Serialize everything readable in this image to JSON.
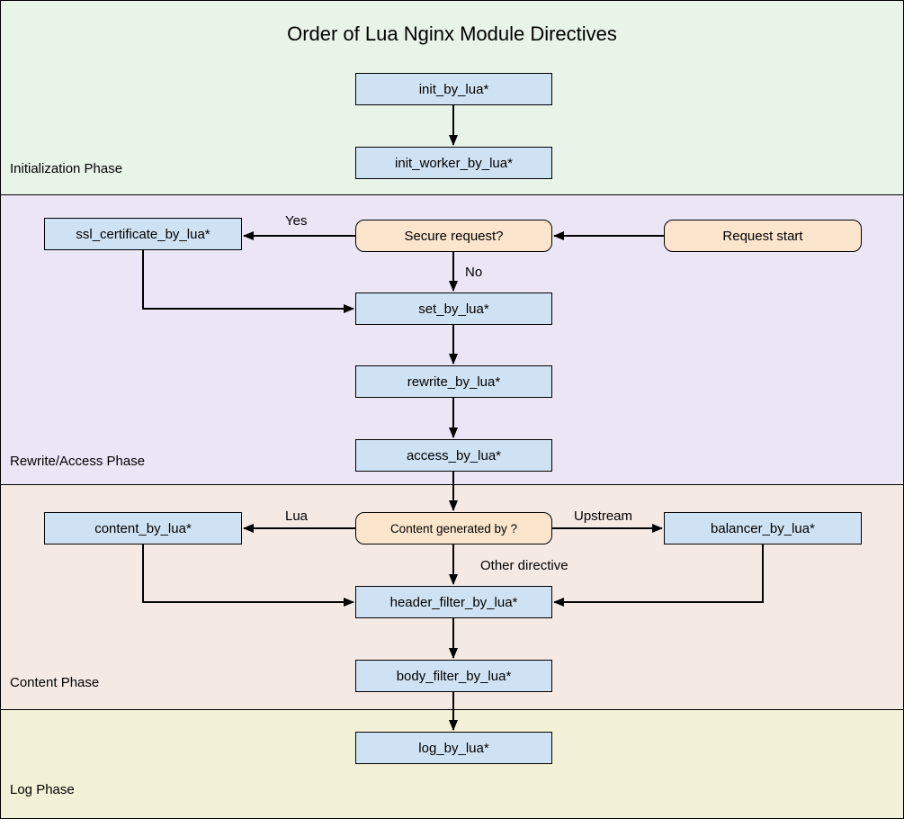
{
  "title": "Order of Lua Nginx Module Directives",
  "phases": [
    {
      "label": "Initialization Phase"
    },
    {
      "label": "Rewrite/Access Phase"
    },
    {
      "label": "Content Phase"
    },
    {
      "label": "Log Phase"
    }
  ],
  "nodes": {
    "init_by_lua": "init_by_lua*",
    "init_worker_by_lua": "init_worker_by_lua*",
    "ssl_certificate_by_lua": "ssl_certificate_by_lua*",
    "secure_request": "Secure request?",
    "request_start": "Request start",
    "set_by_lua": "set_by_lua*",
    "rewrite_by_lua": "rewrite_by_lua*",
    "access_by_lua": "access_by_lua*",
    "content_by_lua": "content_by_lua*",
    "content_generated_by": "Content generated by ?",
    "balancer_by_lua": "balancer_by_lua*",
    "header_filter_by_lua": "header_filter_by_lua*",
    "body_filter_by_lua": "body_filter_by_lua*",
    "log_by_lua": "log_by_lua*"
  },
  "edges": {
    "yes": "Yes",
    "no": "No",
    "lua": "Lua",
    "upstream": "Upstream",
    "other_directive": "Other directive"
  },
  "colors": {
    "phase-init": "#e8f4e8",
    "phase-rewrite": "#ebe5f5",
    "phase-content": "#f5e9e4",
    "phase-log": "#f2f0d6",
    "directive-fill": "#cfe2f3",
    "event-fill": "#fce5cd",
    "line": "#000000"
  }
}
